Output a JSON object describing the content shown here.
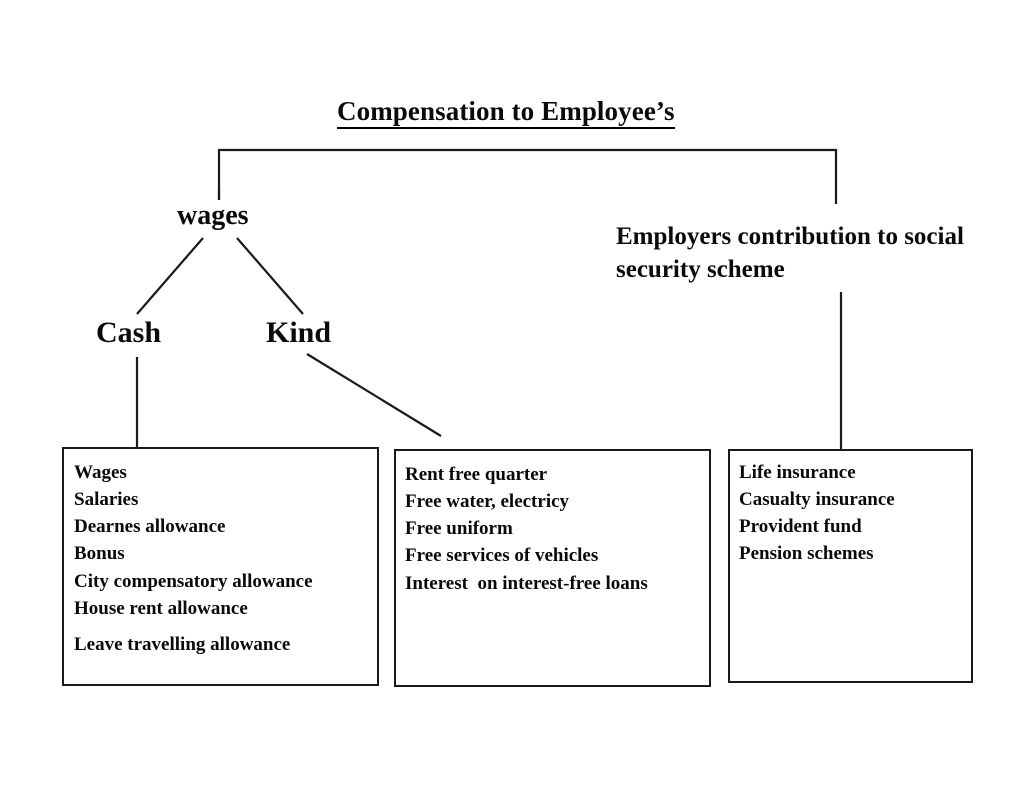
{
  "diagram": {
    "title": "Compensation to Employee’s",
    "nodes": {
      "wages": "wages",
      "cash": "Cash",
      "kind": "Kind",
      "employers_contribution": "Employers contribution to social security scheme"
    },
    "boxes": [
      {
        "id": "cash-items",
        "name": "cash-compensation-list",
        "items": [
          "Wages",
          "Salaries",
          "Dearnes allowance",
          "Bonus",
          "City compensatory allowance",
          "House rent allowance",
          "Leave travelling allowance"
        ]
      },
      {
        "id": "kind-items",
        "name": "kind-compensation-list",
        "items": [
          "Rent free quarter",
          "Free water, electricy",
          "Free uniform",
          "Free services of vehicles",
          "Interest  on interest-free loans"
        ]
      },
      {
        "id": "social-items",
        "name": "social-security-list",
        "items": [
          "Life insurance",
          "Casualty insurance",
          "Provident fund",
          "Pension schemes"
        ]
      }
    ],
    "colors": {
      "text": "#0a0a0a",
      "line": "#1a1a1a",
      "background": "#ffffff"
    }
  }
}
